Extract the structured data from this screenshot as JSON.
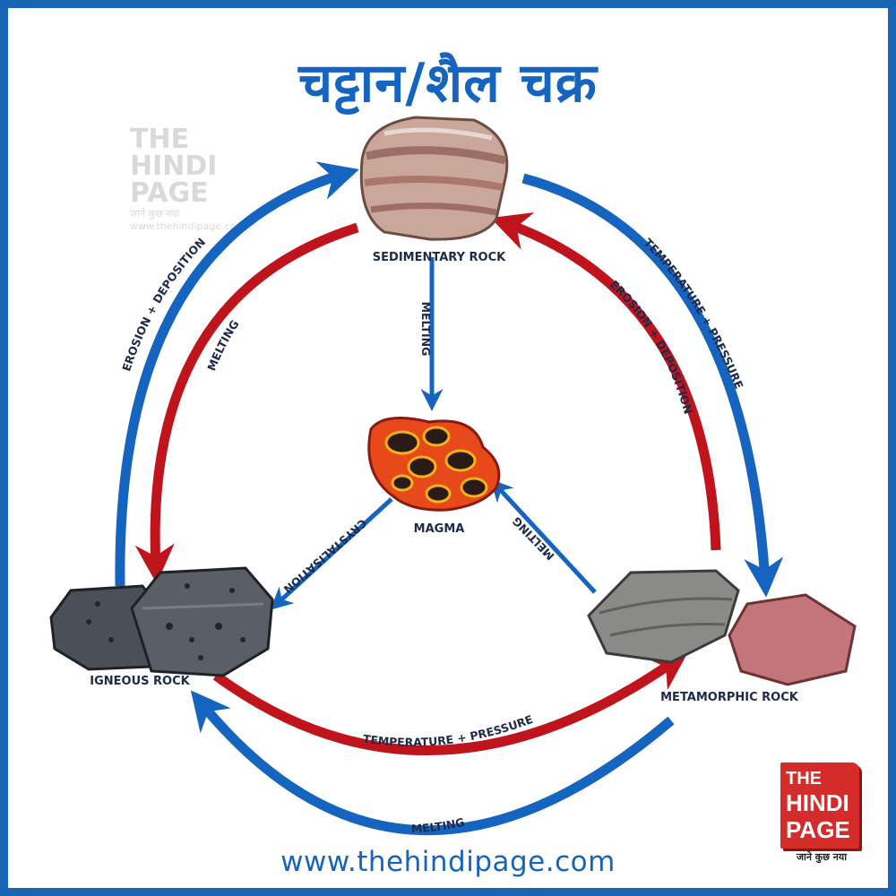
{
  "title": "चट्टान/शैल चक्र",
  "nodes": {
    "sedimentary": "SEDIMENTARY ROCK",
    "magma": "MAGMA",
    "igneous": "IGNEOUS ROCK",
    "metamorphic": "METAMORPHIC ROCK"
  },
  "arrows": {
    "left_outer": "EROSION + DEPOSITION",
    "left_inner": "MELTING",
    "right_outer": "TEMPERATURE + PRESSURE",
    "right_inner": "EROSION + DEPOSITION",
    "bottom_inner": "TEMPERATURE + PRESSURE",
    "bottom_outer": "MELTING",
    "center_top": "MELTING",
    "center_left": "CRYSTALISATION",
    "center_right": "MELTING"
  },
  "watermark": {
    "line1": "THE",
    "line2": "HINDI",
    "line3": "PAGE",
    "tagline": "जाने कुछ नया",
    "url": "www.thehindipage.com"
  },
  "logo": {
    "line1": "THE",
    "line2": "HINDI",
    "line3": "PAGE",
    "tagline": "जाने कुछ नया"
  },
  "footer": "www.thehindipage.com",
  "colors": {
    "blue": "#1565c0",
    "red": "#c0141c",
    "border": "#1a64b4"
  }
}
